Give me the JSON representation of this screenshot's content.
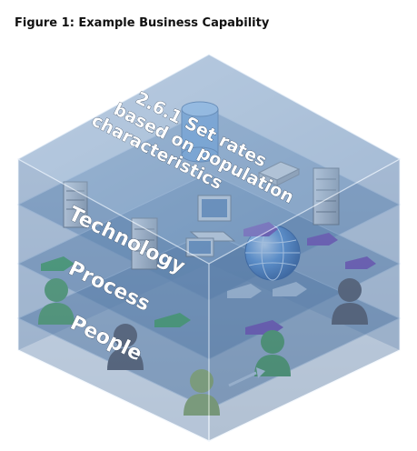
{
  "figure": {
    "title": "Figure 1: Example Business Capability",
    "capability_label": [
      "2.6.1 Set rates",
      "based on population",
      "characteristics"
    ],
    "layers": {
      "technology": "Technology",
      "process": "Process",
      "people": "People"
    }
  },
  "colors": {
    "cube_face": "#6d8fb6",
    "cube_top": "#8eaed0",
    "layer_plate": "#4f79a8",
    "process_arrow_green": "#2f9a4c",
    "process_arrow_purple": "#6a3fb0",
    "person_green": "#3f9a4f",
    "person_dark": "#4a4a55",
    "person_olive": "#8fae56"
  },
  "icons": [
    "server-icon",
    "database-icon",
    "router-icon",
    "workstation-icon",
    "globe-icon",
    "person-icon",
    "arrow-icon"
  ]
}
